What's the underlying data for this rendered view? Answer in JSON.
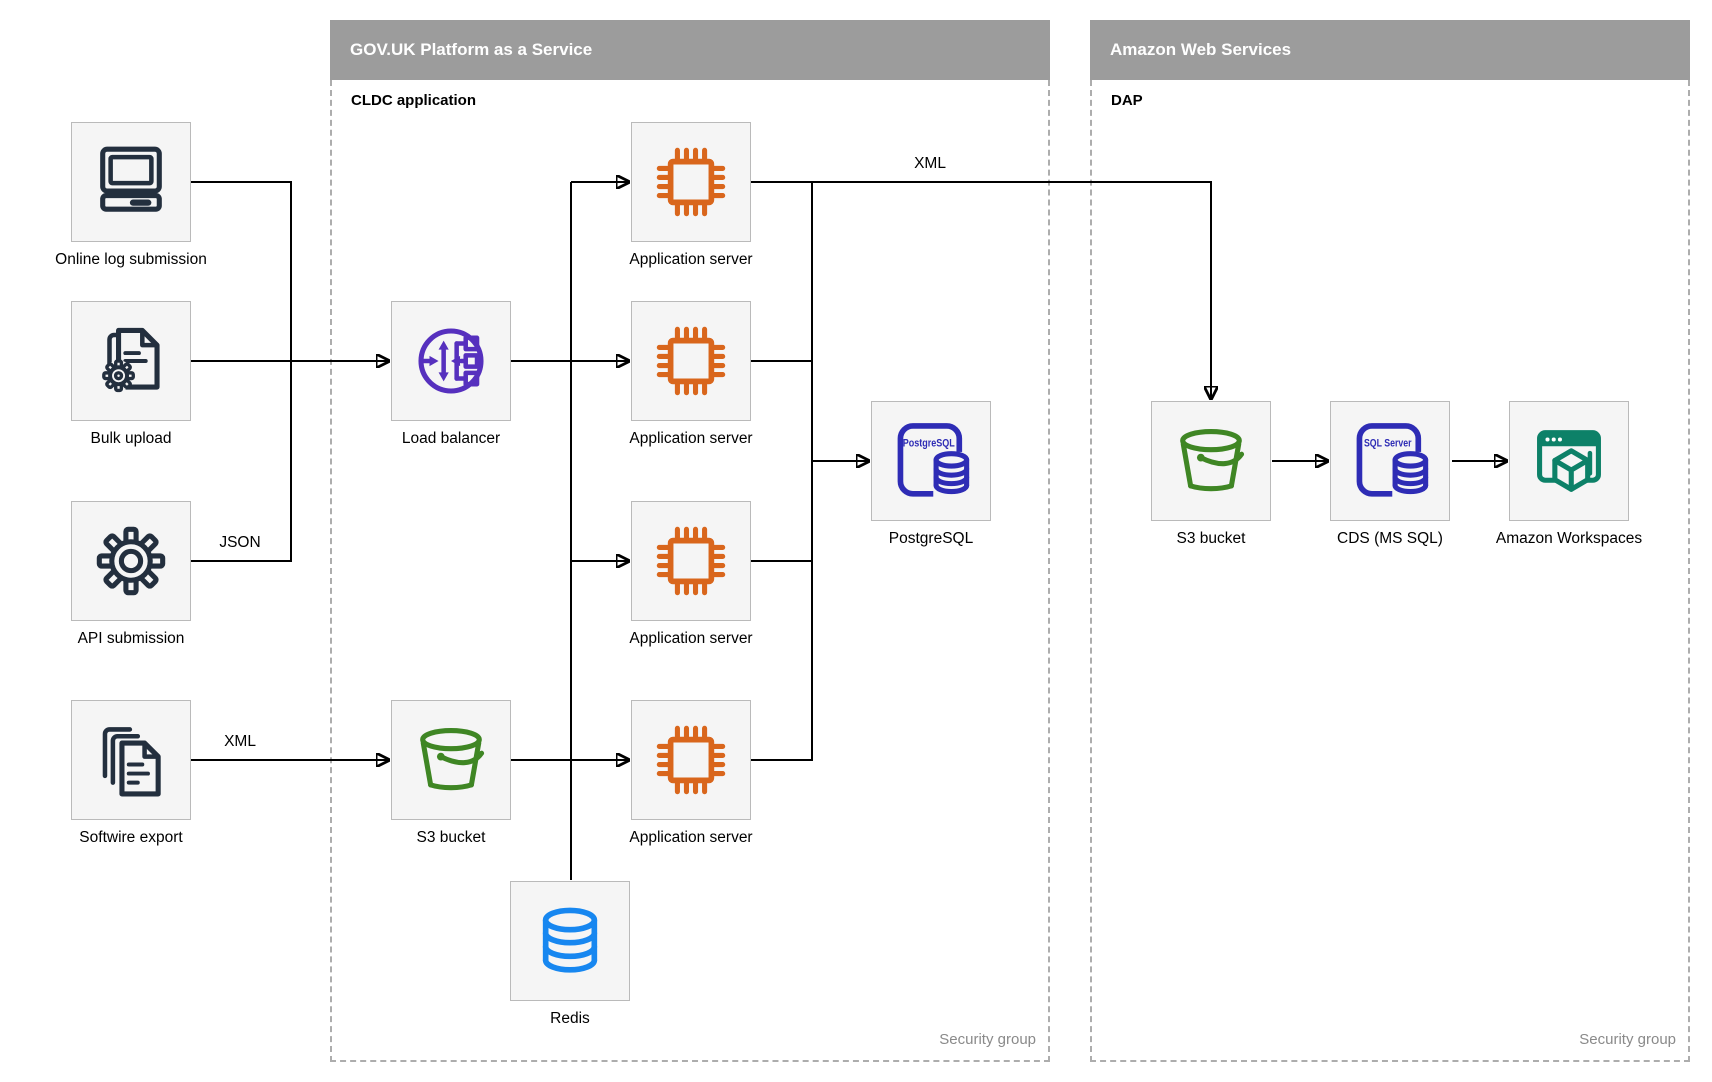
{
  "colors": {
    "dark": "#232F3E",
    "purple": "#5630BE",
    "orange": "#D9661C",
    "green": "#3F8624",
    "indigo": "#2E2CB5",
    "blue": "#1787F0",
    "teal": "#0D8168",
    "header_bg": "#9C9C9C",
    "header_text": "#FFFFFF",
    "box_fill": "#F5F5F5",
    "box_border": "#BABABA",
    "dashed_border": "#ADADAD",
    "line": "#000000",
    "muted_text": "#8A8A8A"
  },
  "containers": {
    "paas": {
      "title": "GOV.UK Platform as a Service",
      "sublabel": "CLDC application",
      "footer": "Security group"
    },
    "aws": {
      "title": "Amazon Web Services",
      "sublabel": "DAP",
      "footer": "Security group"
    }
  },
  "nodes": {
    "online_log_submission": {
      "label": "Online log submission",
      "icon": "computer-icon"
    },
    "bulk_upload": {
      "label": "Bulk upload",
      "icon": "document-gear-icon"
    },
    "api_submission": {
      "label": "API submission",
      "icon": "gear-icon"
    },
    "softwire_export": {
      "label": "Softwire export",
      "icon": "documents-stack-icon"
    },
    "load_balancer": {
      "label": "Load balancer",
      "icon": "load-balancer-icon"
    },
    "app_server_1": {
      "label": "Application server",
      "icon": "chip-icon"
    },
    "app_server_2": {
      "label": "Application server",
      "icon": "chip-icon"
    },
    "app_server_3": {
      "label": "Application server",
      "icon": "chip-icon"
    },
    "app_server_4": {
      "label": "Application server",
      "icon": "chip-icon"
    },
    "postgresql": {
      "label": "PostgreSQL",
      "badge": "PostgreSQL",
      "icon": "postgresql-db-icon"
    },
    "s3_paas": {
      "label": "S3 bucket",
      "icon": "s3-bucket-icon"
    },
    "redis": {
      "label": "Redis",
      "icon": "redis-db-icon"
    },
    "s3_aws": {
      "label": "S3 bucket",
      "icon": "s3-bucket-icon"
    },
    "cds": {
      "label": "CDS (MS SQL)",
      "badge": "SQL Server",
      "icon": "sql-server-db-icon"
    },
    "workspaces": {
      "label": "Amazon Workspaces",
      "icon": "workspaces-icon"
    }
  },
  "edges": {
    "json_label": "JSON",
    "softwire_xml_label": "XML",
    "aws_xml_label": "XML"
  }
}
